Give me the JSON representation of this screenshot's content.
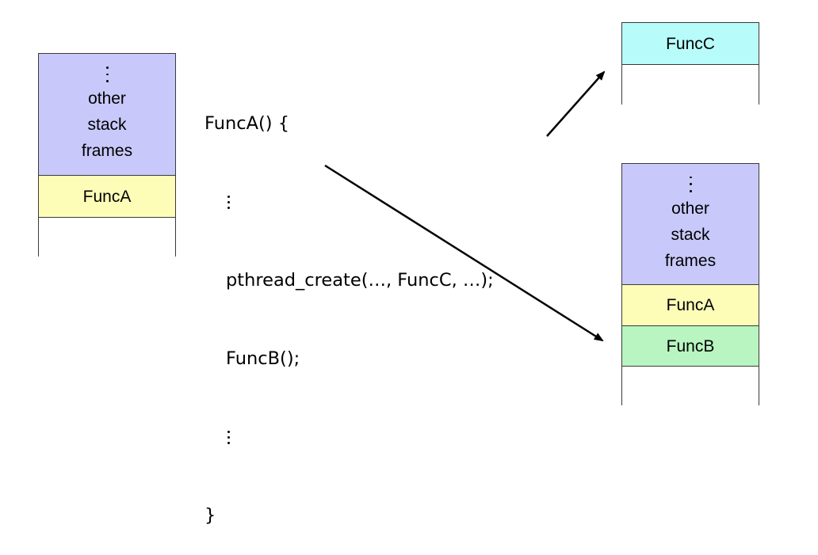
{
  "left_stack": {
    "frames": [
      {
        "dots": true,
        "lines": [
          "other",
          "stack",
          "frames"
        ],
        "color": "#c8c8fa"
      },
      {
        "dots": false,
        "lines": [
          "FuncA"
        ],
        "color": "#fdfdb8"
      }
    ]
  },
  "code": {
    "lines": [
      {
        "text": "FuncA() {",
        "indent": 0,
        "dots": false
      },
      {
        "text": "",
        "indent": 1,
        "dots": true
      },
      {
        "text": "pthread_create(…, FuncC, …);",
        "indent": 1,
        "dots": false
      },
      {
        "text": "FuncB();",
        "indent": 1,
        "dots": false
      },
      {
        "text": "",
        "indent": 1,
        "dots": true
      },
      {
        "text": "}",
        "indent": 0,
        "dots": false
      }
    ]
  },
  "top_right_stack": {
    "frames": [
      {
        "dots": false,
        "lines": [
          "FuncC"
        ],
        "color": "#b8fbfb"
      }
    ]
  },
  "bottom_right_stack": {
    "frames": [
      {
        "dots": true,
        "lines": [
          "other",
          "stack",
          "frames"
        ],
        "color": "#c8c8fa"
      },
      {
        "dots": false,
        "lines": [
          "FuncA"
        ],
        "color": "#fdfdb8"
      },
      {
        "dots": false,
        "lines": [
          "FuncB"
        ],
        "color": "#b8f5c0"
      }
    ]
  }
}
